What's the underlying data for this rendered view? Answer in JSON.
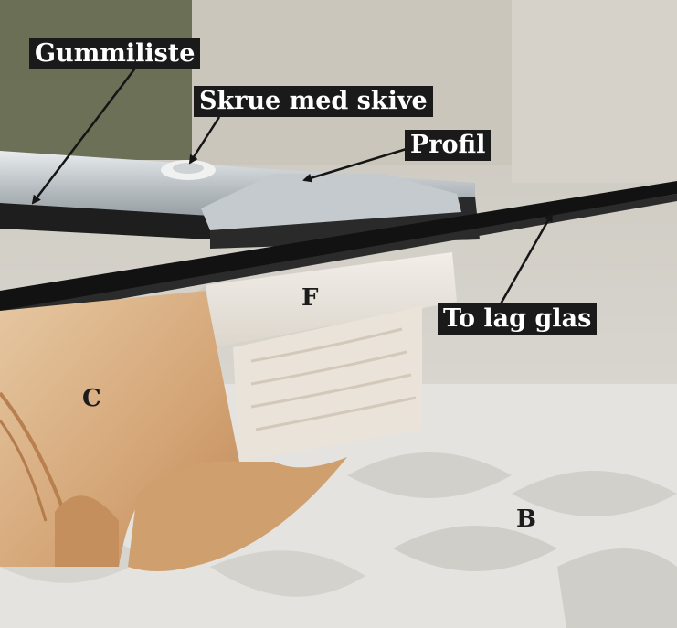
{
  "callouts": {
    "gummiliste": "Gummiliste",
    "skrue": "Skrue med skive",
    "profil": "Profil",
    "glas": "To lag glas"
  },
  "letters": {
    "f": "F",
    "c": "C",
    "b": "B"
  },
  "colors": {
    "label_bg": "#1a1a1a",
    "label_text": "#ffffff",
    "arrow": "#151515",
    "letter": "#1c1c1c"
  }
}
